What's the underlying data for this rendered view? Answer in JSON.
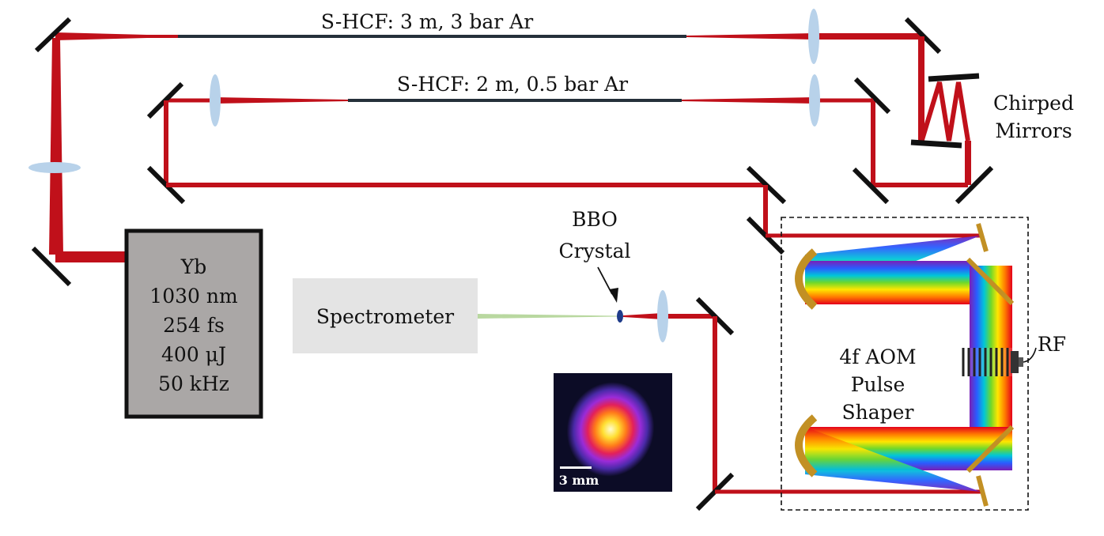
{
  "fibers": {
    "fiber1": "S-HCF: 3 m, 3 bar Ar",
    "fiber2": "S-HCF: 2 m, 0.5 bar Ar"
  },
  "chirped_mirrors": {
    "line1": "Chirped",
    "line2": "Mirrors"
  },
  "laser": {
    "line1": "Yb",
    "line2": "1030 nm",
    "line3": "254 fs",
    "line4": "400 μJ",
    "line5": "50 kHz"
  },
  "spectrometer": "Spectrometer",
  "bbo": {
    "line1": "BBO",
    "line2": "Crystal"
  },
  "pulse_shaper": {
    "line1": "4f AOM",
    "line2": "Pulse",
    "line3": "Shaper"
  },
  "rf": "RF",
  "beam_image": {
    "scale_label": "3 mm"
  },
  "colors": {
    "beam_red": "#c0101a",
    "fiber_dark": "#25303a",
    "lens": "#b8d2ea",
    "mirror": "#111111",
    "gold": "#c29024",
    "green": "#b9d8a0",
    "spectrometer_bg": "#e4e4e4",
    "laser_bg": "#aaa7a6"
  }
}
